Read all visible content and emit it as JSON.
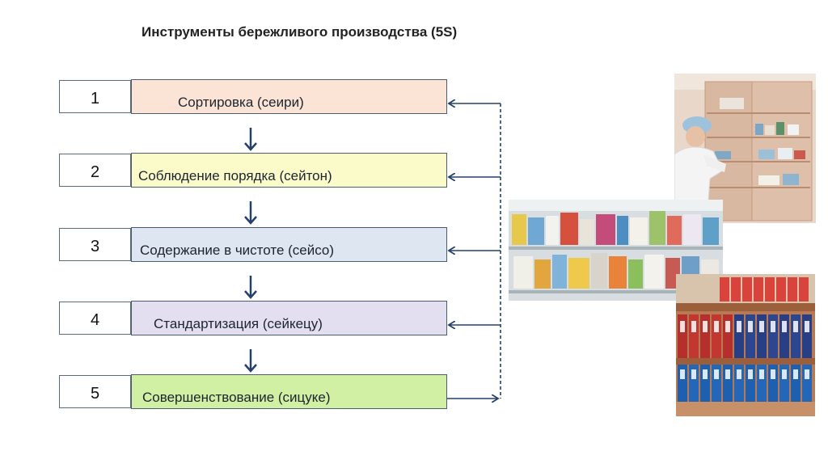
{
  "title": "Инструменты бережливого производства (5S)",
  "steps": [
    {
      "number": "1",
      "label": "Сортировка (сеири)",
      "color": "#fbe4d5"
    },
    {
      "number": "2",
      "label": "Соблюдение порядка (сейтон)",
      "color": "#fafbc9"
    },
    {
      "number": "3",
      "label": "Содержание в чистоте (сейсо)",
      "color": "#dde6f1"
    },
    {
      "number": "4",
      "label": "Стандартизация (сейкецу)",
      "color": "#e4dff0"
    },
    {
      "number": "5",
      "label": "Совершенствование (сицуке)",
      "color": "#d2f0a3"
    }
  ],
  "colors": {
    "arrow": "#25406a",
    "box_border": "#4b5d70"
  }
}
